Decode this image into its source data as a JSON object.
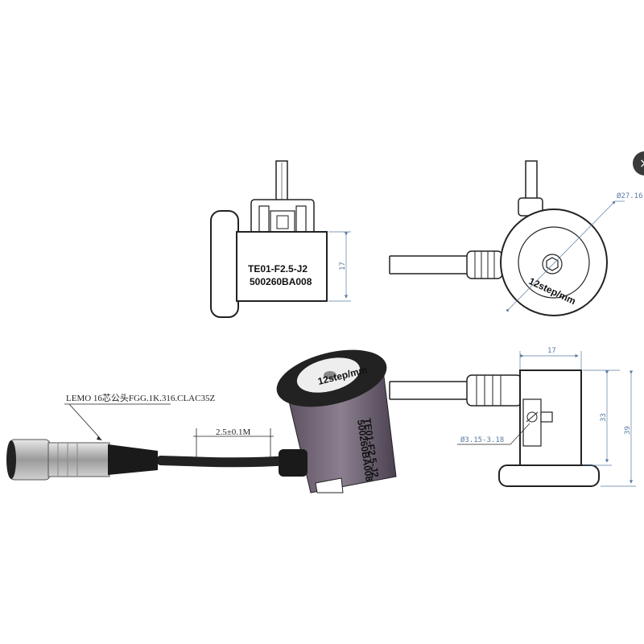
{
  "front_view": {
    "body_label_line1": "TE01-F2.5-J2",
    "body_label_line2": "500260BA008",
    "height_dim": "17"
  },
  "side_view": {
    "wheel_text": "12step/mm",
    "diameter_dim": "Ø27.16"
  },
  "bottom_view": {
    "width_dim": "17",
    "hole_dim": "Ø3.15-3.18",
    "height_dim_inner": "33",
    "height_dim_outer": "39"
  },
  "photo": {
    "connector_callout": "LEMO 16芯公头FGG.1K.316.CLAC35Z",
    "cable_dim": "2.5±0.1M",
    "body_text_line1": "TE01-F2.5-J2",
    "body_text_line2": "500260BA008",
    "wheel_text": "12step/mm"
  },
  "ui": {
    "close_symbol": "×"
  }
}
